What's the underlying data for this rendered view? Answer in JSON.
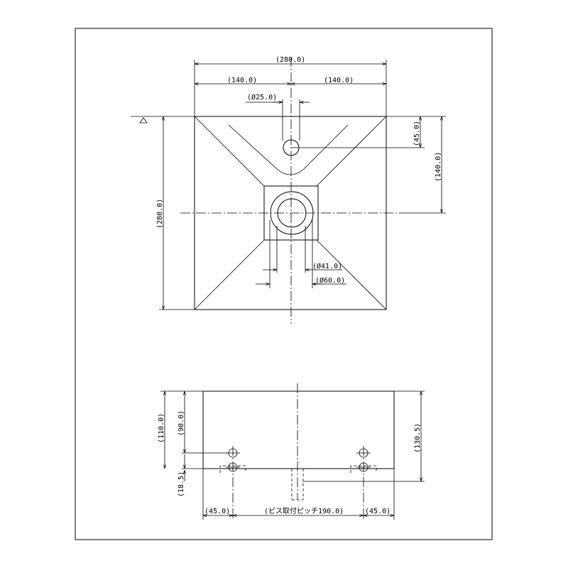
{
  "water_level": {
    "label": "WL"
  },
  "top_view": {
    "width_total": "(280.0)",
    "width_left_half": "(140.0)",
    "width_right_half": "(140.0)",
    "overflow_hole_dia": "(Ø25.0)",
    "overflow_offset": "(45.0)",
    "height_half": "(140.0)",
    "height_total": "(280.0)",
    "drain_dia_inner": "(Ø41.0)",
    "drain_dia_outer": "(Ø60.0)"
  },
  "side_view": {
    "height_110": "(110.0)",
    "height_90": "(90.0)",
    "height_130": "(130.5)",
    "offset_18": "(18.5)",
    "margin_left": "(45.0)",
    "screw_pitch": "(ビス取付ピッチ190.0)",
    "margin_right": "(45.0)"
  }
}
